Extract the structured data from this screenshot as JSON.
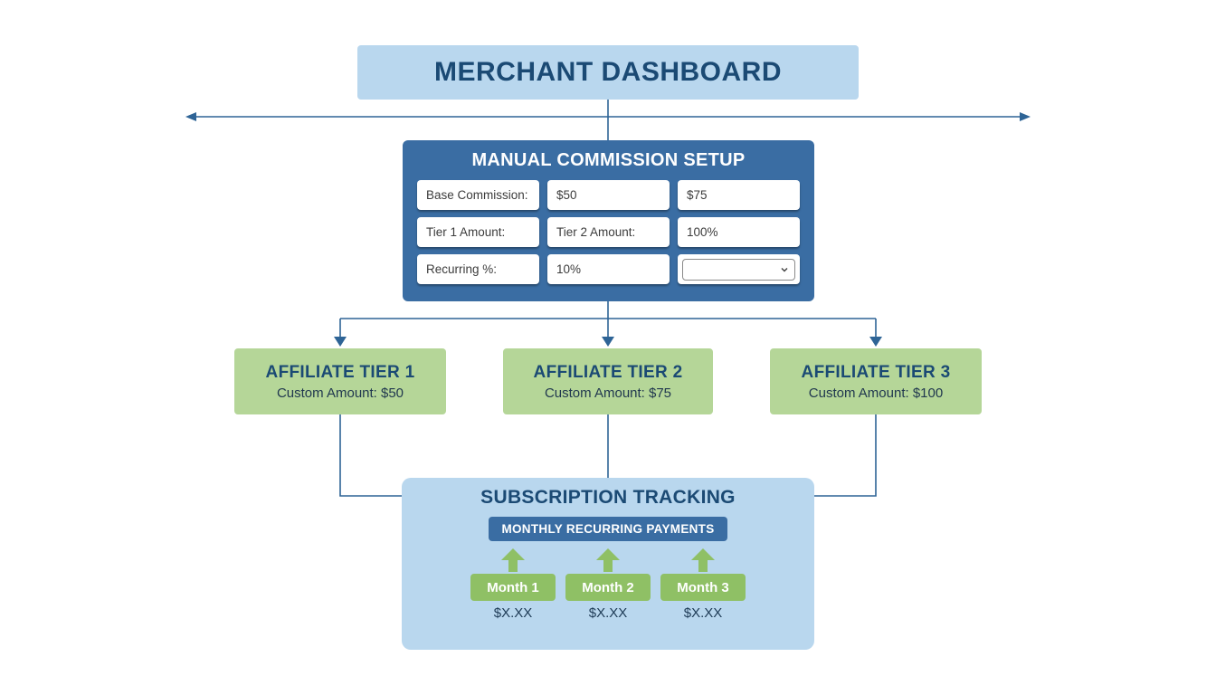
{
  "dashboard": {
    "title": "MERCHANT DASHBOARD"
  },
  "commission": {
    "title": "MANUAL COMMISSION SETUP",
    "fields": [
      {
        "value": "Base Commission:"
      },
      {
        "value": "$50"
      },
      {
        "value": "$75"
      },
      {
        "value": "Tier 1 Amount:"
      },
      {
        "value": "Tier 2 Amount:"
      },
      {
        "value": "100%"
      },
      {
        "value": "Recurring %:"
      },
      {
        "value": "10%"
      },
      {
        "value": ""
      }
    ]
  },
  "tiers": [
    {
      "title": "AFFILIATE TIER 1",
      "subtitle": "Custom Amount: $50"
    },
    {
      "title": "AFFILIATE TIER 2",
      "subtitle": "Custom Amount: $75"
    },
    {
      "title": "AFFILIATE TIER 3",
      "subtitle": "Custom Amount: $100"
    }
  ],
  "subscription": {
    "title": "SUBSCRIPTION TRACKING",
    "badge": "MONTHLY RECURRING PAYMENTS",
    "months": [
      {
        "label": "Month 1",
        "amount": "$X.XX"
      },
      {
        "label": "Month 2",
        "amount": "$X.XX"
      },
      {
        "label": "Month 3",
        "amount": "$X.XX"
      }
    ]
  },
  "colors": {
    "light_blue": "#b9d7ee",
    "dark_blue": "#3a6da3",
    "navy_text": "#1b4a74",
    "tier_green": "#b5d698",
    "month_green": "#8fc065",
    "connector": "#2e6496"
  }
}
